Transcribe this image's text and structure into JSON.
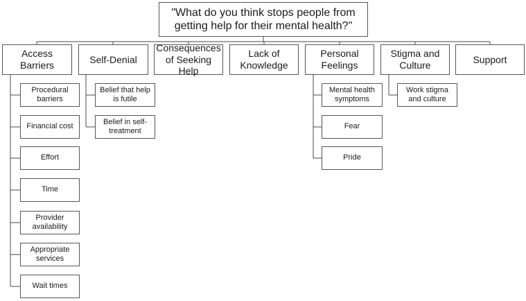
{
  "root": {
    "label": "\"What do you think stops people from getting help for their mental health?\""
  },
  "categories": [
    {
      "label": "Access Barriers"
    },
    {
      "label": "Self-Denial"
    },
    {
      "label": "Consequences of Seeking Help"
    },
    {
      "label": "Lack of Knowledge"
    },
    {
      "label": "Personal Feelings"
    },
    {
      "label": "Stigma and Culture"
    },
    {
      "label": "Support"
    }
  ],
  "access_barriers": [
    {
      "label": "Procedural barriers"
    },
    {
      "label": "Financial cost"
    },
    {
      "label": "Effort"
    },
    {
      "label": "Time"
    },
    {
      "label": "Provider availability"
    },
    {
      "label": "Appropriate services"
    },
    {
      "label": "Wait times"
    }
  ],
  "self_denial": [
    {
      "label": "Belief that help is futile"
    },
    {
      "label": "Belief in self-treatment"
    }
  ],
  "personal_feelings": [
    {
      "label": "Mental health symptoms"
    },
    {
      "label": "Fear"
    },
    {
      "label": "Pride"
    }
  ],
  "stigma_and_culture": [
    {
      "label": "Work stigma and culture"
    }
  ],
  "colors": {
    "border": "#555555",
    "connector": "#4a4a4a",
    "text": "#1a1a1a"
  }
}
